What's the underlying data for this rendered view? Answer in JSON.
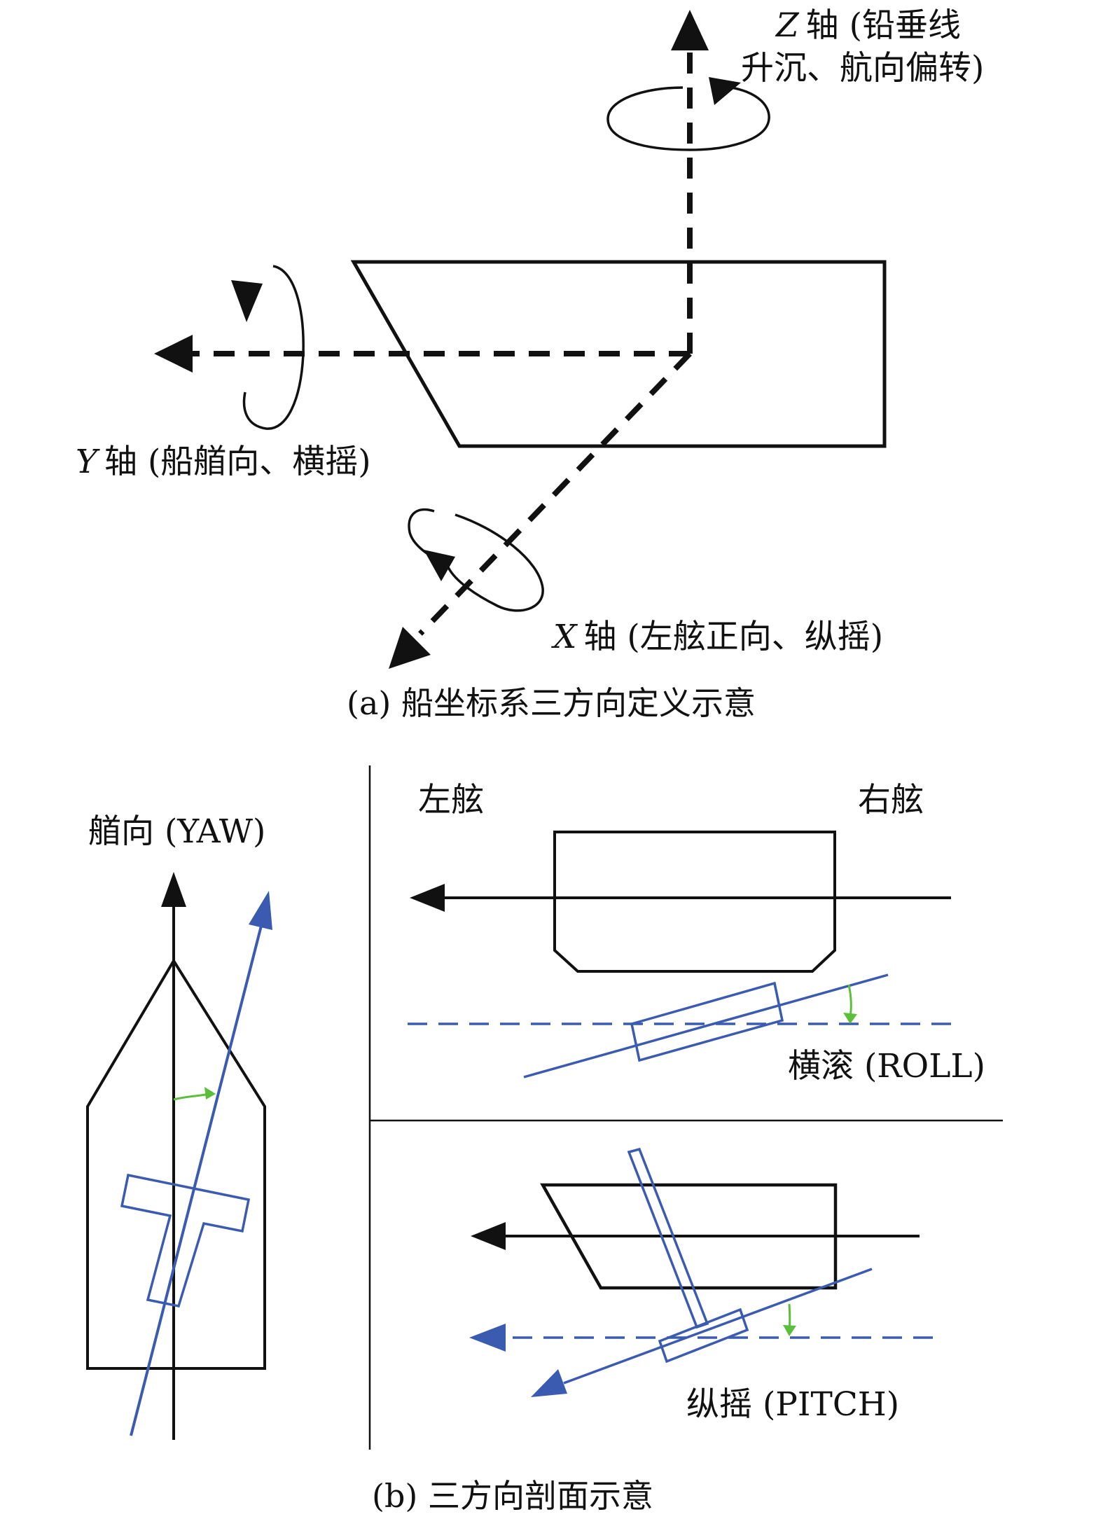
{
  "colors": {
    "ink": "#111111",
    "blue": "#3a5bb0",
    "green": "#5cbf3a",
    "background": "#ffffff"
  },
  "panel_a": {
    "caption": "(a) 船坐标系三方向定义示意",
    "z_axis": {
      "letter": "Z",
      "label_line1": "轴 (铅垂线",
      "label_line2": "升沉、航向偏转)"
    },
    "y_axis": {
      "letter": "Y",
      "label": "轴 (船艏向、横摇)"
    },
    "x_axis": {
      "letter": "X",
      "label": "轴 (左舷正向、纵摇)"
    }
  },
  "panel_b": {
    "caption": "(b) 三方向剖面示意",
    "yaw": {
      "label": "艏向 (YAW)"
    },
    "roll": {
      "port_label": "左舷",
      "starboard_label": "右舷",
      "label": "横滚 (ROLL)"
    },
    "pitch": {
      "label": "纵摇 (PITCH)"
    }
  }
}
